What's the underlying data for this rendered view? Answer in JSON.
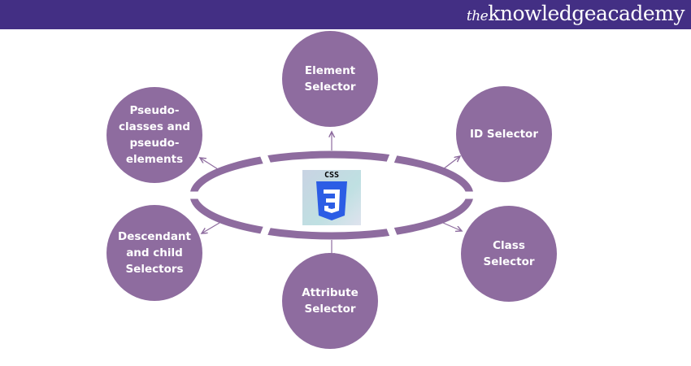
{
  "brand": {
    "prefix": "the",
    "name_light": "knowledge",
    "name_bold": "academy"
  },
  "center": {
    "label": "CSS",
    "icon": "css3-logo"
  },
  "nodes": [
    {
      "id": "element",
      "label": "Element Selector"
    },
    {
      "id": "id",
      "label": "ID Selector"
    },
    {
      "id": "class",
      "label": "Class Selector"
    },
    {
      "id": "attribute",
      "label": "Attribute Selector"
    },
    {
      "id": "descendant",
      "label": "Descendant and child Selectors"
    },
    {
      "id": "pseudo",
      "label": "Pseudo-classes and pseudo-elements"
    }
  ],
  "colors": {
    "header": "#432f84",
    "node": "#8e6c9f",
    "css_blue": "#2c5de5"
  }
}
